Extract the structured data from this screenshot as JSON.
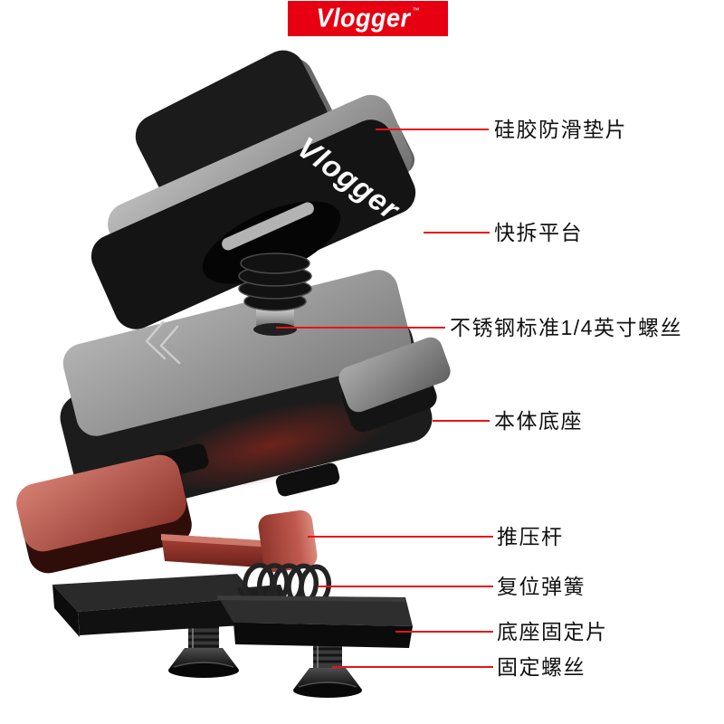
{
  "brand_badge": {
    "text": "Vlogger",
    "trademark": "™",
    "bg_color": "#e60012",
    "text_color": "#ffffff"
  },
  "illustration": {
    "platform_engraving": "Vlogger",
    "colors": {
      "metal_gray_light": "#b5b5b5",
      "metal_gray_dark": "#6f6f6f",
      "black_metal": "#161616",
      "anodized_red": "#b34b40",
      "steel_silver": "#d9d9d9",
      "reflection_red": "#7a241b"
    }
  },
  "callouts": {
    "line_color": "#e8131a",
    "text_color": "#111111",
    "items": [
      {
        "label": "硅胶防滑垫片"
      },
      {
        "label": "快拆平台"
      },
      {
        "label": "不锈钢标准1/4英寸螺丝"
      },
      {
        "label": "本体底座"
      },
      {
        "label": "推压杆"
      },
      {
        "label": "复位弹簧"
      },
      {
        "label": "底座固定片"
      },
      {
        "label": "固定螺丝"
      }
    ]
  }
}
